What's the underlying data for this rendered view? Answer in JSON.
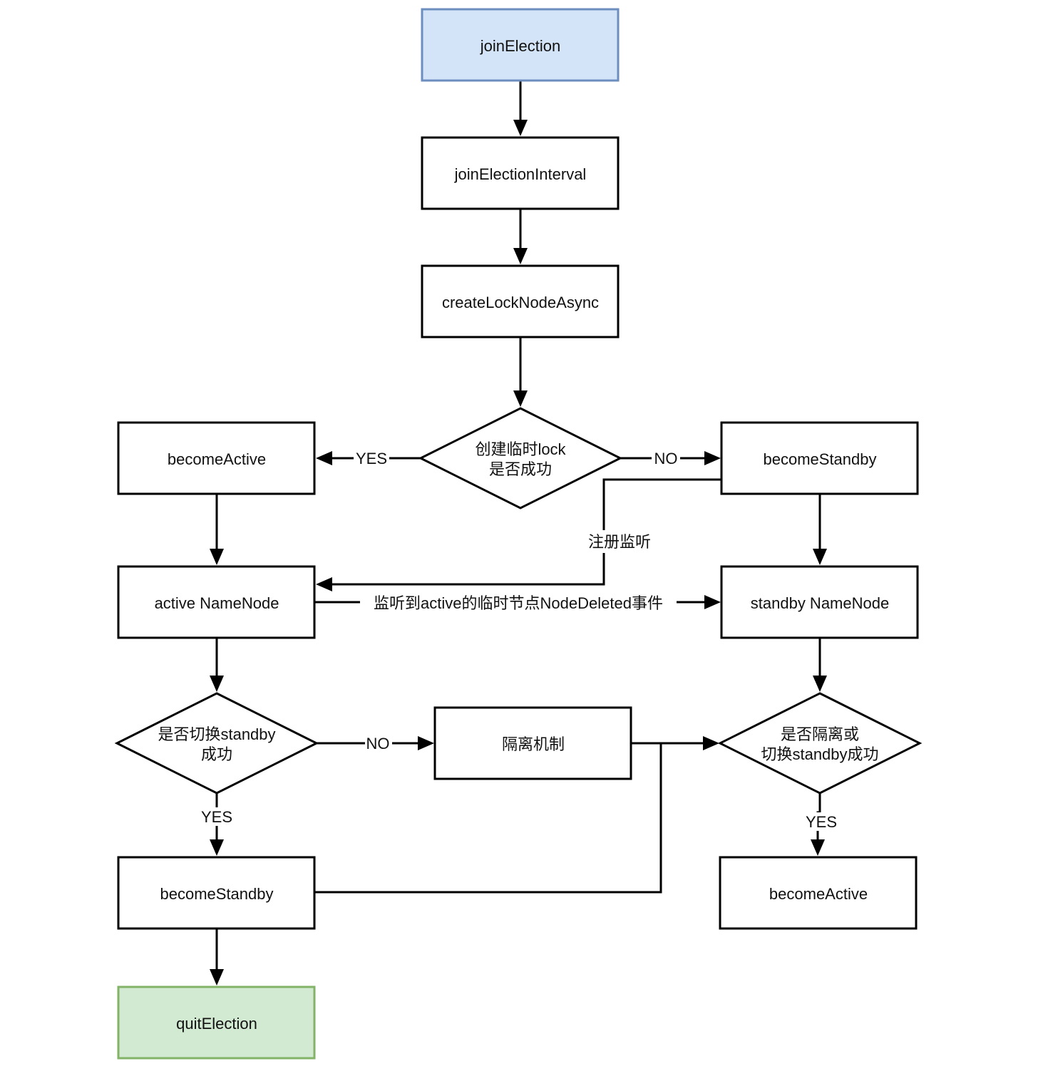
{
  "nodes": {
    "join_election": "joinElection",
    "join_election_interval": "joinElectionInterval",
    "create_lock_node_async": "createLockNodeAsync",
    "decision_create_lock_line1": "创建临时lock",
    "decision_create_lock_line2": "是否成功",
    "become_active_top": "becomeActive",
    "become_standby_top": "becomeStandby",
    "active_namenode": "active NameNode",
    "standby_namenode": "standby NameNode",
    "decision_switch_line1": "是否切换standby",
    "decision_switch_line2": "成功",
    "fencing": "隔离机制",
    "decision_fence_line1": "是否隔离或",
    "decision_fence_line2": "切换standby成功",
    "become_standby_bottom": "becomeStandby",
    "become_active_bottom": "becomeActive",
    "quit_election": "quitElection"
  },
  "edges": {
    "yes_create": "YES",
    "no_create": "NO",
    "register_watch": "注册监听",
    "node_deleted_event": "监听到active的临时节点NodeDeleted事件",
    "no_switch": "NO",
    "yes_switch": "YES",
    "yes_fence": "YES"
  },
  "colors": {
    "start_fill": "#d4e4f8",
    "start_stroke": "#6c8ebf",
    "end_fill": "#d2e9d2",
    "end_stroke": "#82b366"
  }
}
